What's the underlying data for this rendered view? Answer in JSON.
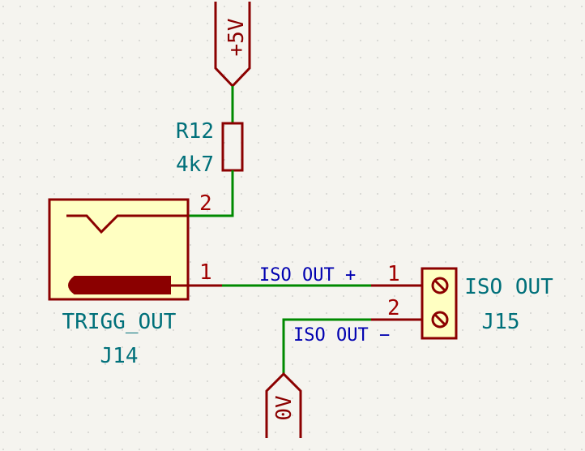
{
  "colors": {
    "background": "#f5f4ef",
    "grid": "#c8c8c4",
    "body_outline": "#8b0000",
    "body_fill": "#ffffc2",
    "pin": "#8b0000",
    "wire": "#008a00",
    "ref_text": "#00707a",
    "pin_number": "#a00000",
    "net_label": "#0000b0"
  },
  "power_top": {
    "label": "+5V"
  },
  "power_bottom": {
    "label": "0V"
  },
  "resistor": {
    "reference": "R12",
    "value": "4k7"
  },
  "jack": {
    "reference": "J14",
    "value": "TRIGG_OUT",
    "pin_top_number": "2",
    "pin_bottom_number": "1"
  },
  "terminal": {
    "reference": "J15",
    "value": "ISO OUT",
    "pin1_number": "1",
    "pin2_number": "2"
  },
  "net_labels": {
    "iso_out_plus": "ISO OUT +",
    "iso_out_minus": "ISO OUT −"
  }
}
